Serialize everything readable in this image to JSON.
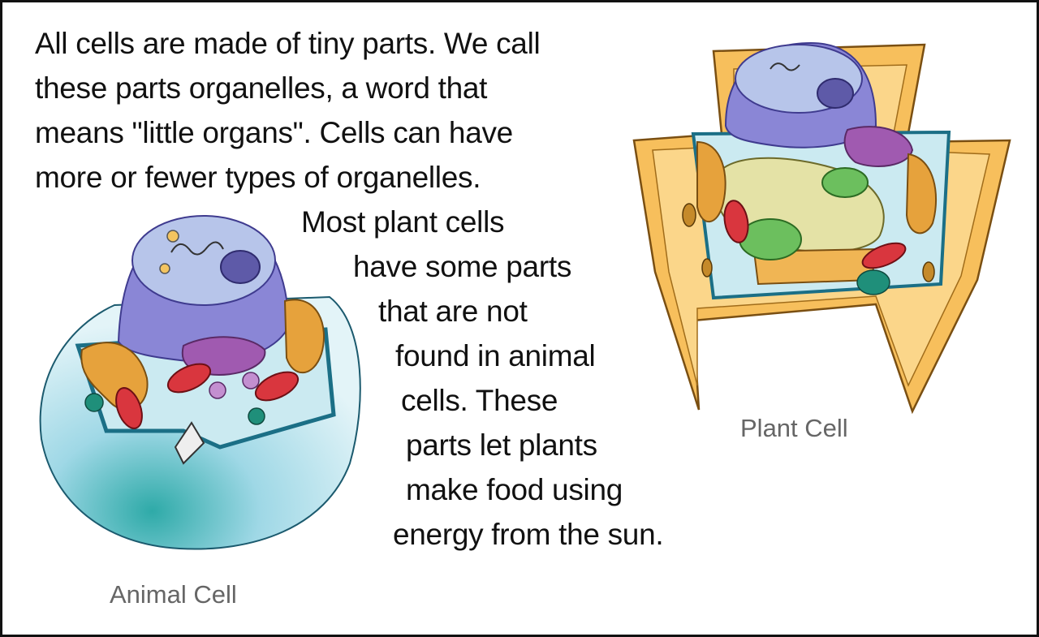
{
  "intro_lines": [
    "All cells are made of tiny parts. We call",
    "these parts organelles, a word that",
    "means \"little organs\". Cells can have",
    "more or fewer types of organelles."
  ],
  "plant_lines": [
    "Most plant cells",
    "have some parts",
    "that are not",
    "found in animal",
    "cells. These",
    "parts let plants",
    "make food using",
    "energy from the sun."
  ],
  "labels": {
    "animal_cell": "Animal Cell",
    "plant_cell": "Plant Cell"
  },
  "colors": {
    "cytoplasm": "#bfe6ef",
    "nucleus": "#8a86d6",
    "nucleolus": "#5e5aa8",
    "mitochondria": "#d9363e",
    "golgi": "#a05ab0",
    "er": "#e6a23c",
    "chloroplast": "#6cbf5e",
    "vacuole": "#e4e2a6",
    "cell_wall": "#f7bf5c"
  }
}
